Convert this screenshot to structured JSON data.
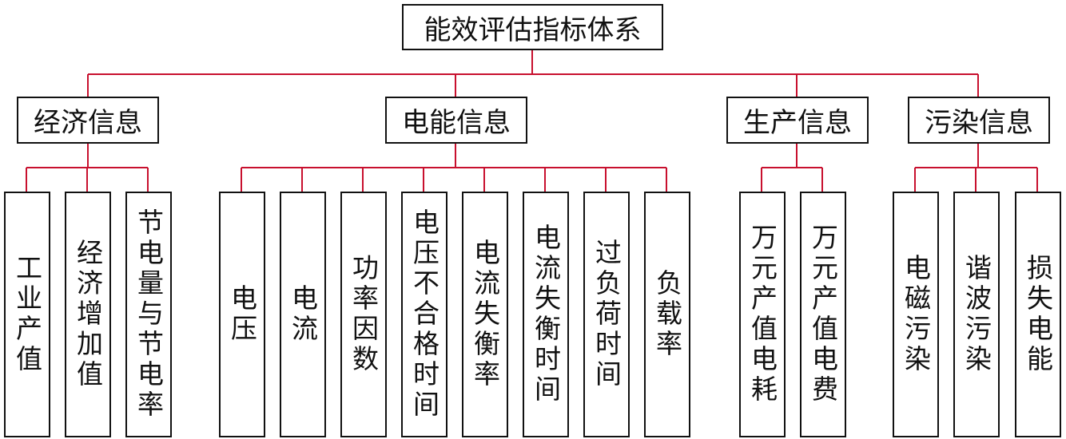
{
  "root": "能效评估指标体系",
  "line_color": "#c8102e",
  "categories": [
    {
      "label": "经济信息",
      "items": [
        "工业产值",
        "经济增加值",
        "节电量与节电率"
      ]
    },
    {
      "label": "电能信息",
      "items": [
        "电压",
        "电流",
        "功率因数",
        "电压不合格时间",
        "电流失衡率",
        "电流失衡时间",
        "过负荷时间",
        "负载率"
      ]
    },
    {
      "label": "生产信息",
      "items": [
        "万元产值电耗",
        "万元产值电费"
      ]
    },
    {
      "label": "污染信息",
      "items": [
        "电磁污染",
        "谐波污染",
        "损失电能"
      ]
    }
  ]
}
